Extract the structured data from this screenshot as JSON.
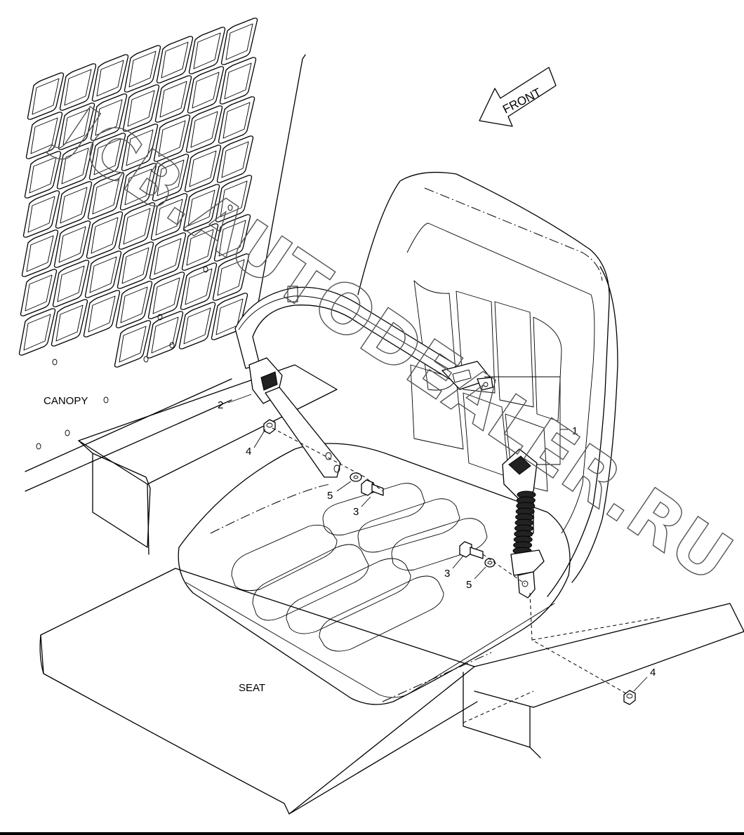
{
  "labels": {
    "canopy": "CANOPY",
    "seat": "SEAT",
    "front": "FRONT"
  },
  "callouts": {
    "c1": "1",
    "c2": "2",
    "c3a": "3",
    "c3b": "3",
    "c4a": "4",
    "c4b": "4",
    "c5a": "5",
    "c5b": "5"
  },
  "watermark": "JCB.AUTODEALER.RU"
}
